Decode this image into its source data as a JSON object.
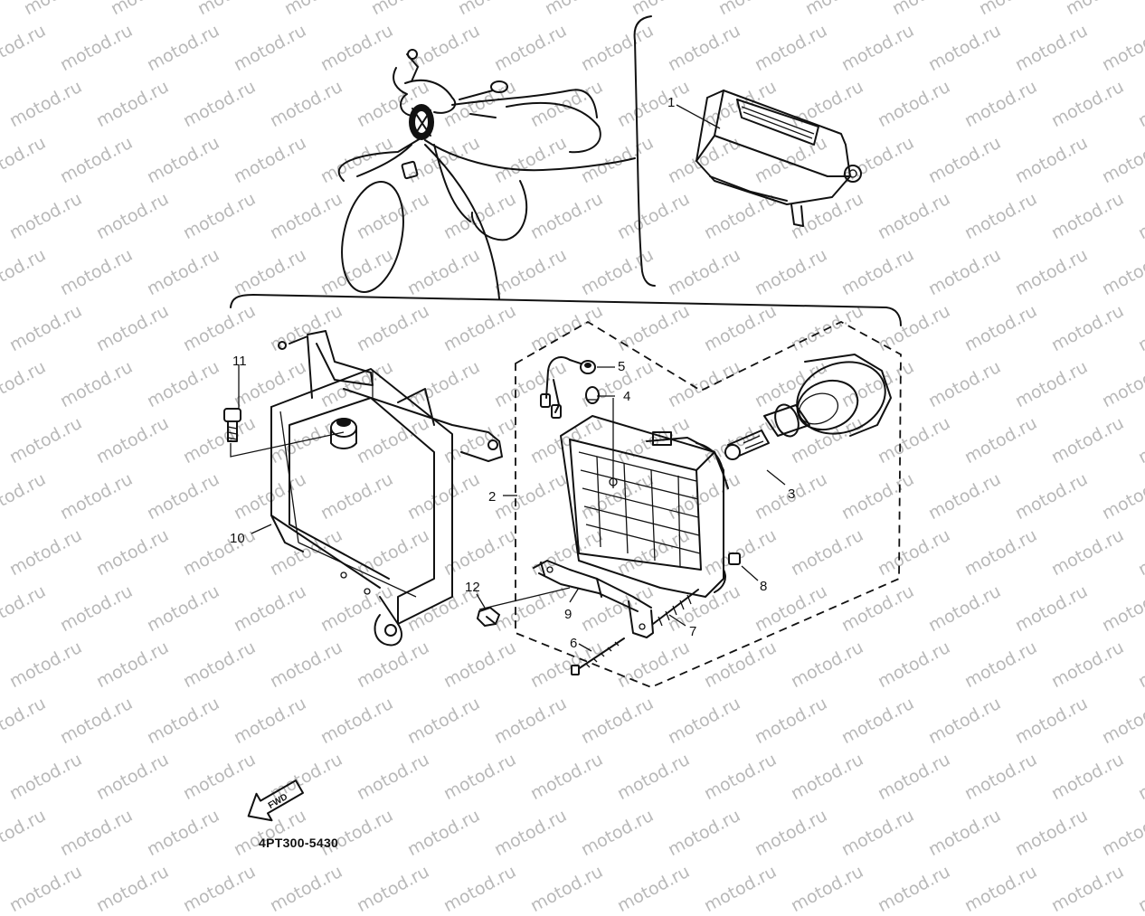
{
  "diagram": {
    "type": "exploded-parts-diagram",
    "watermark_text": "motod.ru",
    "diagram_code": "4PT300-5430",
    "fwd_label": "FWD",
    "callouts": [
      "1",
      "2",
      "3",
      "4",
      "5",
      "6",
      "7",
      "8",
      "9",
      "10",
      "11",
      "12"
    ]
  },
  "colors": {
    "ink": "#111111",
    "watermark": "#b9b9b9",
    "background": "#ffffff"
  }
}
